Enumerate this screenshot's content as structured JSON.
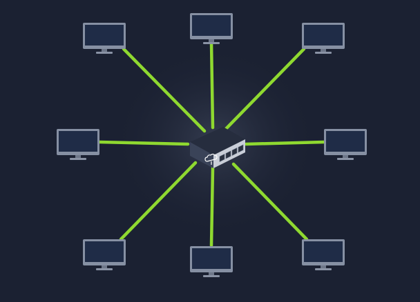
{
  "diagram": {
    "topology": "star",
    "hub": {
      "icon": "network-switch-icon",
      "ports": 4,
      "badge_icon": "cloud-icon"
    },
    "nodes": [
      {
        "id": "top-left",
        "icon": "monitor-icon"
      },
      {
        "id": "top",
        "icon": "monitor-icon"
      },
      {
        "id": "top-right",
        "icon": "monitor-icon"
      },
      {
        "id": "left",
        "icon": "monitor-icon"
      },
      {
        "id": "right",
        "icon": "monitor-icon"
      },
      {
        "id": "bottom-left",
        "icon": "monitor-icon"
      },
      {
        "id": "bottom",
        "icon": "monitor-icon"
      },
      {
        "id": "bottom-right",
        "icon": "monitor-icon"
      }
    ]
  },
  "colors": {
    "background": "#1b2132",
    "link": "#8fd930",
    "monitor_frame": "#8690a3",
    "monitor_screen": "#1f2c47",
    "switch_top": "#262d3e",
    "switch_side": "#3a4358",
    "switch_front": "#c9ced8"
  }
}
